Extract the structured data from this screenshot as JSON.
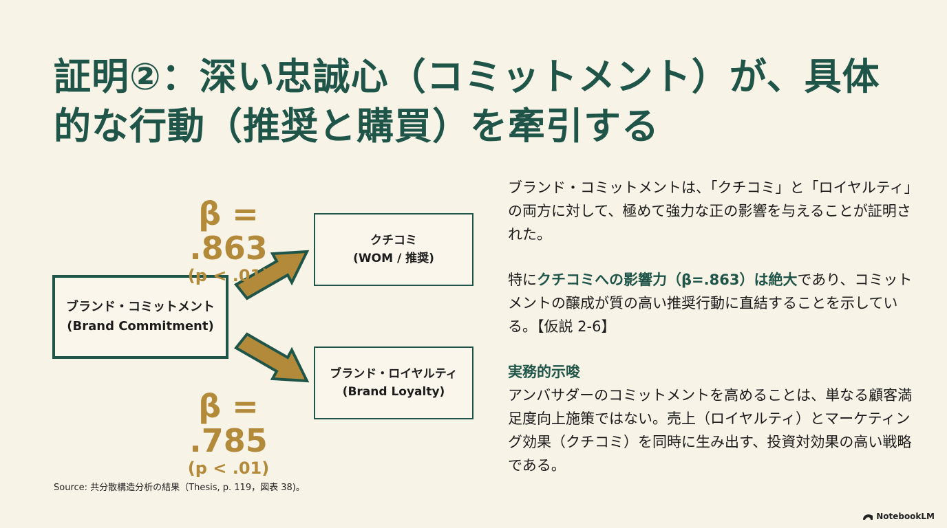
{
  "title": "証明②：深い忠誠心（コミットメント）が、具体的な行動（推奨と購買）を牽引する",
  "diagram": {
    "source_box": {
      "line1": "ブランド・コミットメント",
      "line2": "(Brand Commitment)"
    },
    "target_top": {
      "line1": "クチコミ",
      "line2": "(WOM / 推奨)"
    },
    "target_bottom": {
      "line1": "ブランド・ロイヤルティ",
      "line2": "(Brand Loyalty)"
    },
    "beta_top": {
      "value": "β = .863",
      "p": "(p < .01)"
    },
    "beta_bottom": {
      "value": "β = .785",
      "p": "(p < .01)"
    }
  },
  "text": {
    "para1": "ブランド・コミットメントは、「クチコミ」と「ロイヤルティ」の両方に対して、極めて強力な正の影響を与えることが証明された。",
    "para2_pre": "特に",
    "para2_highlight": "クチコミへの影響力（β=.863）は絶大",
    "para2_post": "であり、コミットメントの醸成が質の高い推奨行動に直結することを示している。【仮説 2-6】",
    "subhead": "実務的示唆",
    "para3": "アンバサダーのコミットメントを高めることは、単なる顧客満足度向上施策ではない。売上（ロイヤルティ）とマーケティング効果（クチコミ）を同時に生み出す、投資対効果の高い戦略である。"
  },
  "source": "Source: 共分散構造分析の結果（Thesis, p. 119，図表 38)。",
  "branding": {
    "label": "NotebookLM",
    "icon": "notebooklm-logo-icon"
  },
  "colors": {
    "background": "#f8f3e7",
    "accent_green": "#1f5548",
    "accent_gold": "#b38a3a"
  }
}
